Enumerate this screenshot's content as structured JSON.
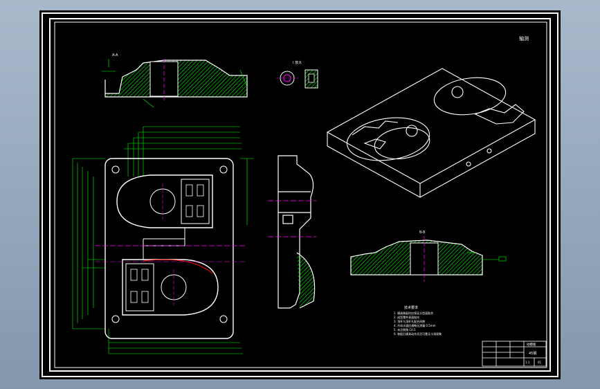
{
  "view_label": "轴测",
  "top_section_label": "A-A",
  "small_detail_label": "I 放大",
  "bottom_section_label": "B-B",
  "notes": {
    "title": "技术要求",
    "lines": [
      "1. 模具装配时应保证分型面贴合",
      "2. 成型零件表面抛光",
      "3. 顶杆与顶杆孔配合间隙",
      "4. 冷却水道应通畅无渗漏 0.5mm",
      "5. 未注倒角 C0.5",
      "6. 装配后模具动作灵活可靠无卡滞现象"
    ]
  },
  "title_block": {
    "name": "动模板",
    "material": "45钢",
    "drawing_no": "01",
    "scale": "1:1"
  },
  "colors": {
    "background": "#000000",
    "frame": "#ffffff",
    "dimension": "#00ff00",
    "hatch": "#00ff00",
    "centerline": "#ff00ff",
    "highlight": "#ff0000"
  }
}
